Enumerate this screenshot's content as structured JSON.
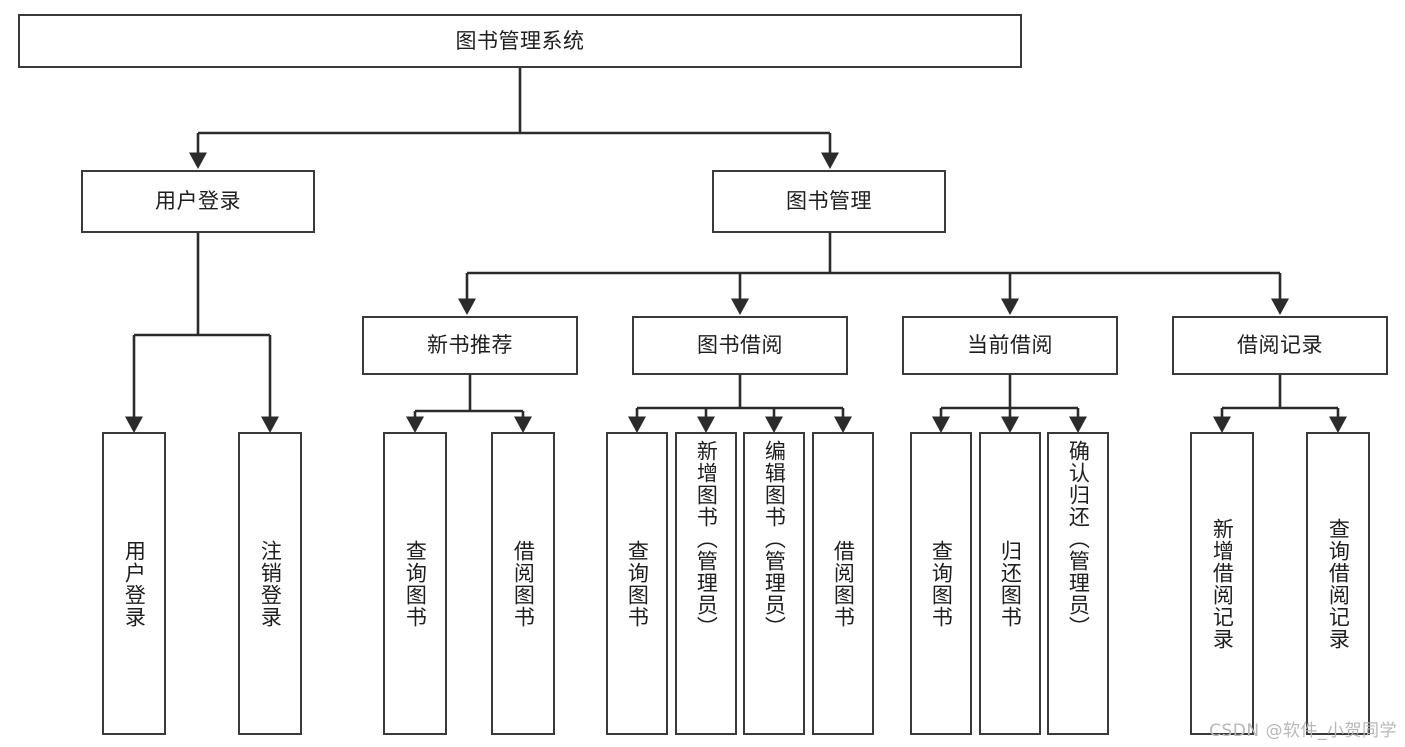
{
  "diagram": {
    "type": "tree",
    "title": "图书管理系统",
    "watermark": "CSDN @软件_小贺同学",
    "colors": {
      "box_border": "#3a3a3a",
      "box_fill": "#ffffff",
      "edge": "#2b2b2b",
      "text": "#1e1e1e",
      "watermark": "#b8b8b8"
    },
    "nodes": {
      "root": {
        "label": "图书管理系统"
      },
      "level1": [
        {
          "label": "用户登录"
        },
        {
          "label": "图书管理"
        }
      ],
      "level2": [
        {
          "label": "新书推荐"
        },
        {
          "label": "图书借阅"
        },
        {
          "label": "当前借阅"
        },
        {
          "label": "借阅记录"
        }
      ],
      "leaves": {
        "user_login": [
          {
            "label": "用户登录"
          },
          {
            "label": "注销登录"
          }
        ],
        "new_book": [
          {
            "label": "查询图书"
          },
          {
            "label": "借阅图书"
          }
        ],
        "book_borrow": [
          {
            "label": "查询图书"
          },
          {
            "label": "新增图书（管理员）"
          },
          {
            "label": "编辑图书（管理员）"
          },
          {
            "label": "借阅图书"
          }
        ],
        "current_borrow": [
          {
            "label": "查询图书"
          },
          {
            "label": "归还图书"
          },
          {
            "label": "确认归还（管理员）"
          }
        ],
        "borrow_record": [
          {
            "label": "新增借阅记录"
          },
          {
            "label": "查询借阅记录"
          }
        ]
      }
    }
  }
}
